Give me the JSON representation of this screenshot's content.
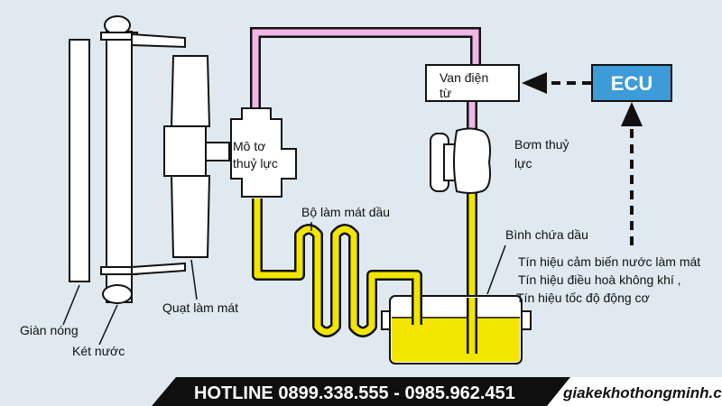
{
  "labels": {
    "gian_nong": "Giàn nóng",
    "ket_nuoc": "Két nước",
    "quat_lam_mat": "Quạt làm mát",
    "mo_to_line1": "Mô tơ",
    "mo_to_line2": "thuỷ lực",
    "bo_lam_mat_dau": "Bộ làm mát dầu",
    "van_dien_tu_line1": "Van điện",
    "van_dien_tu_line2": "từ",
    "ecu": "ECU",
    "bom_thuy_luc_line1": "Bơm thuỷ",
    "bom_thuy_luc_line2": "lực",
    "binh_chua_dau": "Bình chứa dầu",
    "signal_1": "Tín hiệu cảm biến nước làm mát",
    "signal_2": "Tín hiệu điều hoà không khí ,",
    "signal_3": "Tín hiệu tốc độ động cơ"
  },
  "footer": {
    "hotline": "HOTLINE 0899.338.555 - 0985.962.451",
    "website": "giakekhothongminh.com"
  },
  "colors": {
    "background": "#dfe9ef",
    "oil": "#f2e500",
    "pink_pipe": "#f0b6e6",
    "ecu_box": "#3d9bd8",
    "footer_bar": "#0f0f0f"
  }
}
